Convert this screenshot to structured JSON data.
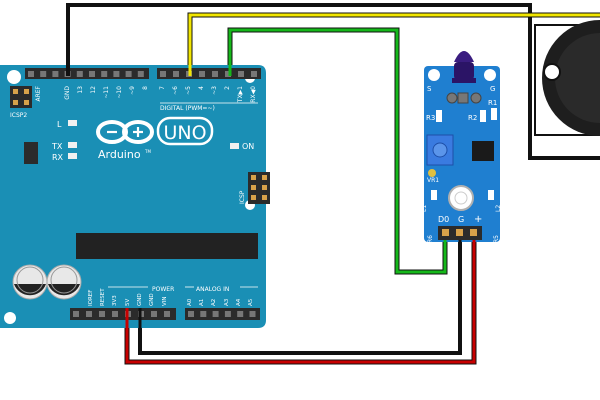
{
  "arduino": {
    "logo_word": "UNO",
    "brand": "Arduino",
    "trademark": "TM",
    "digital_label": "DIGITAL (PWM=~)",
    "analog_label": "ANALOG IN",
    "power_label": "POWER",
    "icsp_label": "ICSP",
    "icsp2_label": "ICSP2",
    "led_l": "L",
    "led_tx": "TX",
    "led_rx": "RX",
    "led_on": "ON",
    "aref": "AREF",
    "gnd_top": "GND",
    "pin13": "13",
    "pin12": "12",
    "pin11": "~11",
    "pin10": "~10",
    "pin9": "~9",
    "pin8": "8",
    "pin7": "7",
    "pin6": "~6",
    "pin5": "~5",
    "pin4": "4",
    "pin3": "~3",
    "pin2": "2",
    "pin_tx": "TX▶1",
    "pin_rx": "RX◀0",
    "ioref": "IOREF",
    "reset": "RESET",
    "v33": "3V3",
    "v5": "5V",
    "gnd1": "GND",
    "gnd2": "GND",
    "vin": "VIN",
    "a0": "A0",
    "a1": "A1",
    "a2": "A2",
    "a3": "A3",
    "a4": "A4",
    "a5": "A5"
  },
  "sensor": {
    "pin_s": "S",
    "pin_g_top": "G",
    "r3": "R3",
    "r2": "R2",
    "r1": "R1",
    "vr1": "VR1",
    "d0": "D0",
    "g": "G",
    "plus": "+",
    "r6": "R6",
    "r5": "R5",
    "l1": "L1",
    "l2": "L2"
  },
  "wires": {
    "black": "#111111",
    "yellow": "#f2e600",
    "green": "#15b81a",
    "red": "#c80000"
  },
  "colors": {
    "board": "#1a8fb5",
    "header": "#2b2b2b",
    "sensor_board": "#1f7fd0",
    "pot": "#3a7be0",
    "buzzer": "#222222"
  }
}
